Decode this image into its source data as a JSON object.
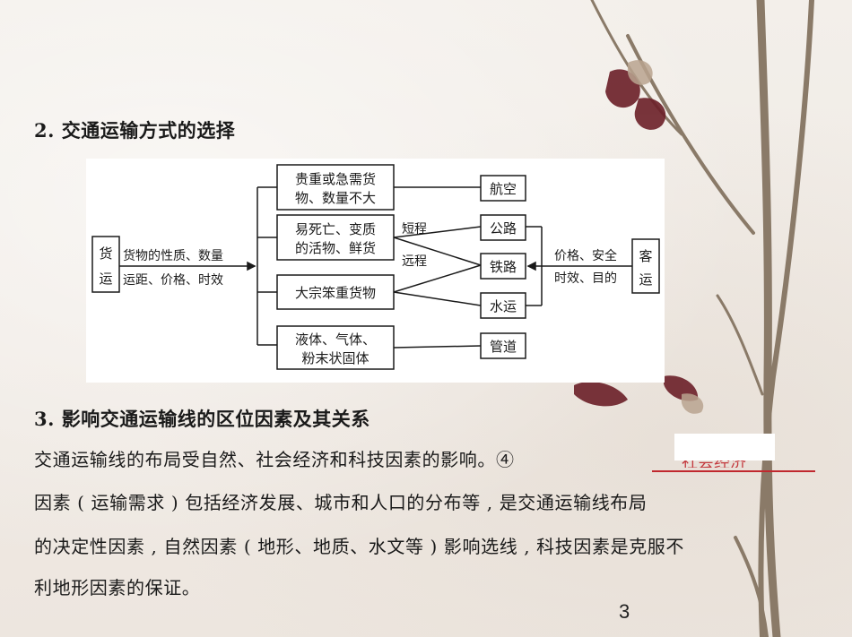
{
  "section2": {
    "heading": "2. 交通运输方式的选择"
  },
  "diagram": {
    "freight": [
      "货",
      "运"
    ],
    "freight_factors": [
      "货物的性质、数量",
      "运距、价格、时效"
    ],
    "cargo_types": [
      [
        "贵重或急需货",
        "物、数量不大"
      ],
      [
        "易死亡、变质",
        "的活物、鲜货"
      ],
      [
        "大宗笨重货物"
      ],
      [
        "液体、气体、",
        "粉末状固体"
      ]
    ],
    "edge_labels": {
      "short": "短程",
      "long": "远程"
    },
    "modes": [
      "航空",
      "公路",
      "铁路",
      "水运",
      "管道"
    ],
    "passenger": [
      "客",
      "运"
    ],
    "passenger_factors": [
      "价格、安全",
      "时效、目的"
    ]
  },
  "section3": {
    "heading": "3. 影响交通运输线的区位因素及其关系",
    "lines": [
      "交通运输线的布局受自然、社会经济和科技因素的影响。④",
      "因素 ( 运输需求 ) 包括经济发展、城市和人口的分布等 , 是交通运输线布局",
      "的决定性因素 , 自然因素 ( 地形、地质、水文等 ) 影响选线 , 科技因素是克服不",
      "利地形因素的保证。"
    ],
    "answer_hint": "社会经济"
  },
  "page_number": "3"
}
